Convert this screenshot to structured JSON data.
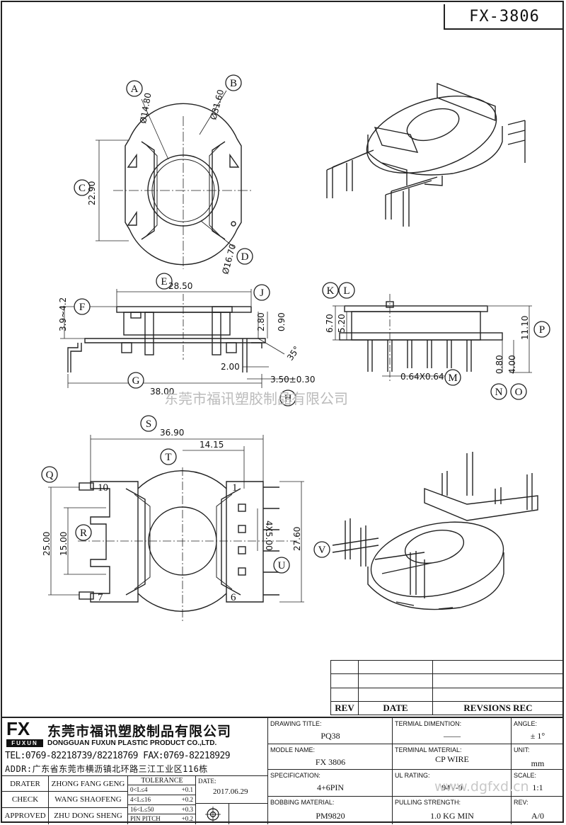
{
  "part_number": "FX-3806",
  "watermark": {
    "company": "东莞市福讯塑胶制品有限公司",
    "site": "www.dgfxd.cn"
  },
  "callouts": [
    "A",
    "B",
    "C",
    "D",
    "E",
    "F",
    "G",
    "H",
    "J",
    "K",
    "L",
    "M",
    "N",
    "O",
    "P",
    "Q",
    "R",
    "S",
    "T",
    "U",
    "V"
  ],
  "dimensions": {
    "dia_a": "Ø14.80",
    "dia_b": "Ø31.60",
    "height_c": "22.90",
    "dia_d": "Ø16.70",
    "width_e": "28.50",
    "range_f": "3.9~4.2",
    "dim_j1": "2.80",
    "dim_j2": "0.90",
    "angle": "35°",
    "dim_200": "2.00",
    "dim_h": "3.50±0.30",
    "width_g": "38.00",
    "dim_k": "6.70",
    "dim_l": "5.20",
    "dim_p": "11.10",
    "pin_m": "0.64X0.64",
    "dim_n": "0.80",
    "dim_o": "4.00",
    "width_s": "36.90",
    "dim_t": "14.15",
    "pitch_u": "4X5.00",
    "height_v": "27.60",
    "height_q": "25.00",
    "height_r": "15.00",
    "pin_10": "10",
    "pin_1": "1",
    "pin_7": "7",
    "pin_6": "6"
  },
  "revision_table": {
    "headers": [
      "REV",
      "DATE",
      "REVSIONS REC"
    ]
  },
  "company": {
    "logo": "FX",
    "logo_sub": "FUXUN",
    "name_cn": "东莞市福讯塑胶制品有限公司",
    "name_en": "DONGGUAN FUXUN PLASTIC PRODUCT CO.,LTD.",
    "tel": "TEL:0769-82218739/82218769 FAX:0769-82218929",
    "addr": "ADDR:广东省东莞市横沥镇北环路三江工业区116栋"
  },
  "people": {
    "drater_label": "DRATER",
    "drater": "ZHONG FANG GENG",
    "check_label": "CHECK",
    "check": "WANG SHAOFENG",
    "approved_label": "APPROVED",
    "approved": "ZHU DONG SHENG"
  },
  "tolerance": {
    "label": "TOLERANCE",
    "rows": [
      [
        "0<L≤4",
        "+0.1"
      ],
      [
        "4<L≤16",
        "+0.2"
      ],
      [
        "16<L≤50",
        "+0.3"
      ],
      [
        "PIN PITCH",
        "+0.2"
      ]
    ]
  },
  "date": {
    "label": "DATE:",
    "value": "2017.06.29"
  },
  "fields": {
    "drawing_title_label": "DRAWING TITLE:",
    "drawing_title": "PQ38",
    "model_name_label": "MODLE NAME:",
    "model_name": "FX 3806",
    "spec_label": "SPECIFICATION:",
    "spec": "4+6PIN",
    "bobbin_label": "BOBBING MATERIAL:",
    "bobbin": "PM9820",
    "term_dim_label": "TERMIAL DIMENTION:",
    "term_dim": "——",
    "term_mat_label": "TERMINAL MATERIAL:",
    "term_mat": "CP WIRE",
    "ul_label": "UL RATING:",
    "ul": "94V-0",
    "pull_label": "PULLING STRENGTH:",
    "pull": "1.0 KG MIN",
    "angle_label": "ANGLE:",
    "angle": "± 1°",
    "unit_label": "UNIT:",
    "unit": "mm",
    "scale_label": "SCALE:",
    "scale": "1:1",
    "rev_label": "REV:",
    "rev": "A/0"
  }
}
